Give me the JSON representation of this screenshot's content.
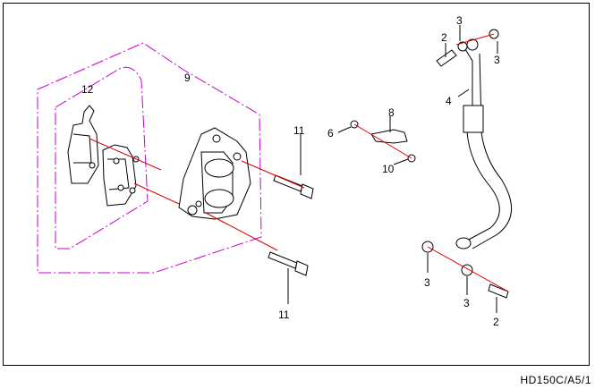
{
  "diagram": {
    "part_labels": {
      "caliper_assembly": "9",
      "pad_kit": "12",
      "caliper_bolt_upper": "11",
      "caliper_bolt_lower": "11",
      "bolt_top": "2",
      "washer_top_a": "3",
      "washer_top_b": "3",
      "brake_hose": "4",
      "clip_bolt": "6",
      "hose_clip": "8",
      "clip_nut": "10",
      "washer_bottom_a": "3",
      "washer_bottom_b": "3",
      "bolt_bottom": "2"
    },
    "drawing_code": "HD150C/A5/1",
    "colors": {
      "leader": "#cc00cc",
      "red_leader": "#dd0000",
      "line": "#000000"
    }
  }
}
